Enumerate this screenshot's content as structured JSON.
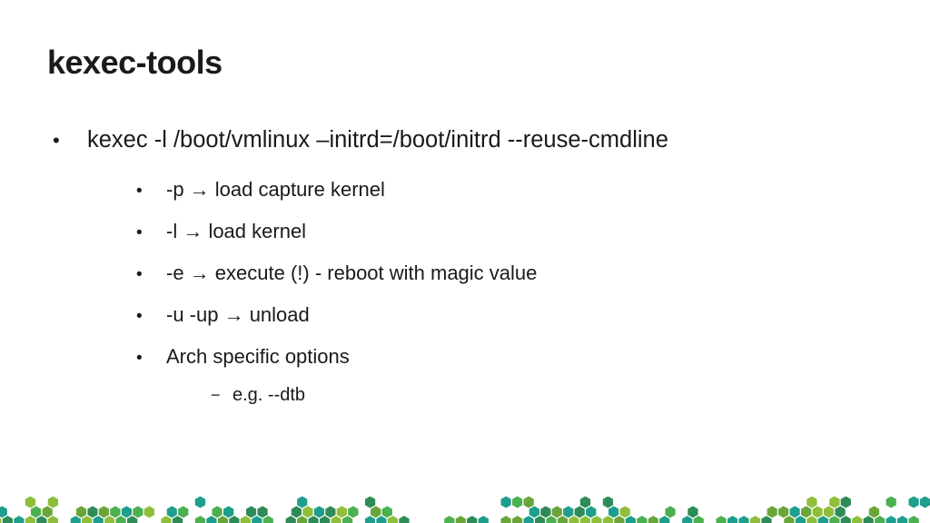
{
  "slide": {
    "title": "kexec-tools",
    "main_bullet": "kexec -l /boot/vmlinux –initrd=/boot/initrd --reuse-cmdline",
    "sub_bullets": [
      "-p → load capture kernel",
      "-l → load kernel",
      "-e → execute (!) - reboot with magic value",
      "-u -up → unload",
      "Arch specific options"
    ],
    "sub_sub_bullet": "e.g. --dtb",
    "bullet_glyph": "•",
    "dash_glyph": "−"
  },
  "footer_pattern": {
    "colors": [
      "#2e8b57",
      "#1e9e8c",
      "#8fbe3a",
      "#4caf50",
      "#6aa53a"
    ]
  }
}
